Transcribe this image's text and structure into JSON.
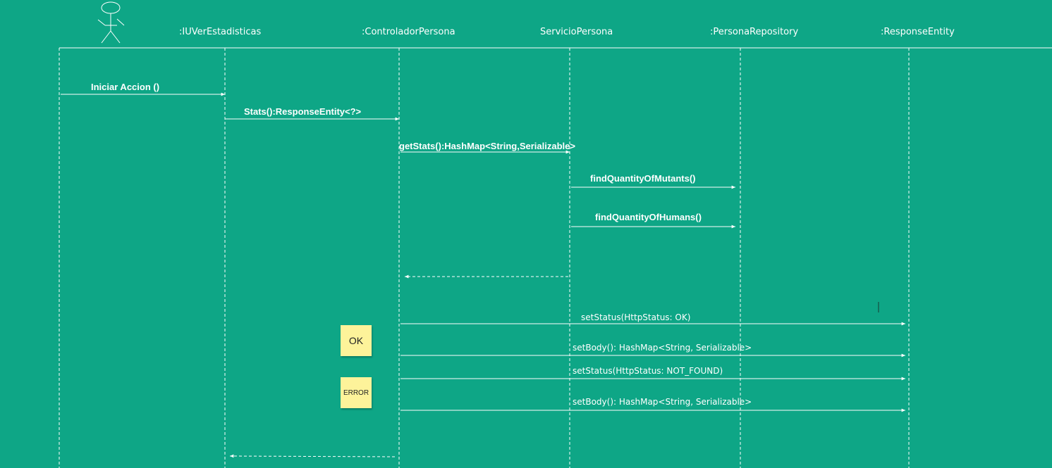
{
  "participants": [
    {
      "id": "actor",
      "label": ""
    },
    {
      "id": "iu",
      "label": ":IUVerEstadisticas"
    },
    {
      "id": "ctrl",
      "label": ":ControladorPersona"
    },
    {
      "id": "serv",
      "label": "ServicioPersona"
    },
    {
      "id": "repo",
      "label": ":PersonaRepository"
    },
    {
      "id": "resp",
      "label": ":ResponseEntity"
    }
  ],
  "messages": [
    {
      "label": "Iniciar Accion ()",
      "from": "actor",
      "to": "iu",
      "kind": "sync"
    },
    {
      "label": "Stats():ResponseEntity<?>",
      "from": "iu",
      "to": "ctrl",
      "kind": "sync"
    },
    {
      "label": "getStats():HashMap<String,Serializable>",
      "from": "ctrl",
      "to": "serv",
      "kind": "sync"
    },
    {
      "label": "findQuantityOfMutants()",
      "from": "serv",
      "to": "repo",
      "kind": "sync"
    },
    {
      "label": "findQuantityOfHumans()",
      "from": "serv",
      "to": "repo",
      "kind": "sync"
    },
    {
      "label": "",
      "from": "serv",
      "to": "ctrl",
      "kind": "return"
    },
    {
      "label": "setStatus(HttpStatus: OK)",
      "from": "ctrl",
      "to": "resp",
      "kind": "sync"
    },
    {
      "label": "setBody(): HashMap<String, Serializable>",
      "from": "ctrl",
      "to": "resp",
      "kind": "sync"
    },
    {
      "label": "setStatus(HttpStatus: NOT_FOUND)",
      "from": "ctrl",
      "to": "resp",
      "kind": "sync"
    },
    {
      "label": "setBody(): HashMap<String, Serializable>",
      "from": "ctrl",
      "to": "resp",
      "kind": "sync"
    },
    {
      "label": "",
      "from": "ctrl",
      "to": "iu",
      "kind": "return"
    }
  ],
  "notes": [
    {
      "label": "OK"
    },
    {
      "label": "ERROR"
    }
  ],
  "colors": {
    "background": "#0ea686",
    "line": "#ffffff",
    "note": "#fdf39a"
  }
}
